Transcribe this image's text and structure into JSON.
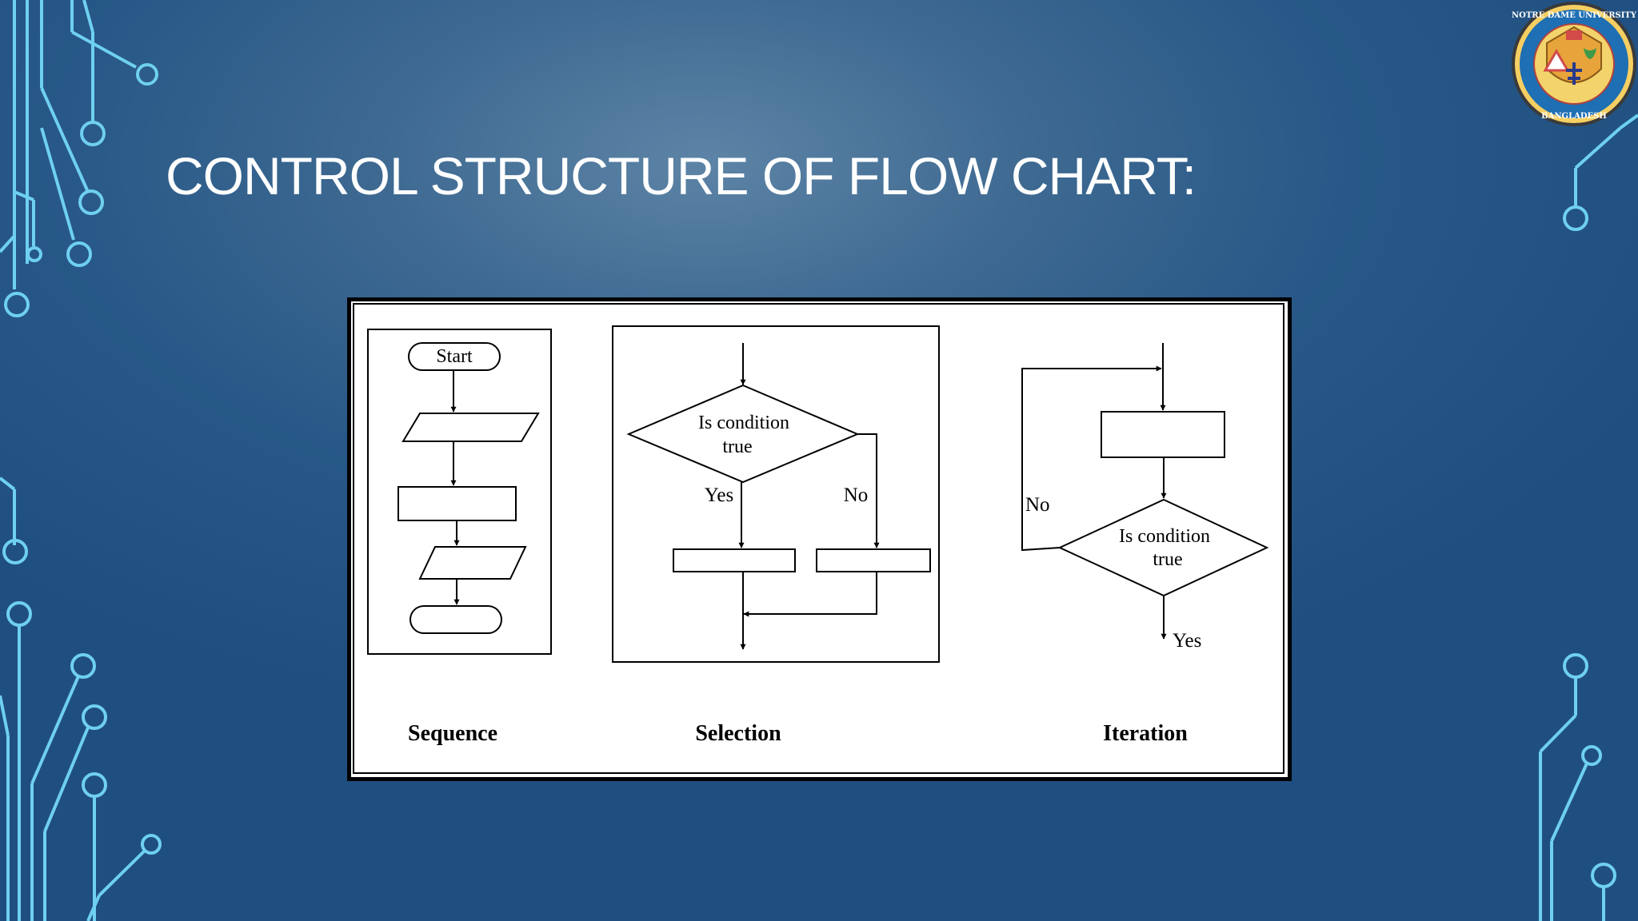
{
  "slide": {
    "title": "CONTROL STRUCTURE OF FLOW CHART:"
  },
  "diagram": {
    "sequence": {
      "caption": "Sequence",
      "start_label": "Start"
    },
    "selection": {
      "caption": "Selection",
      "decision_line1": "Is condition",
      "decision_line2": "true",
      "yes_label": "Yes",
      "no_label": "No"
    },
    "iteration": {
      "caption": "Iteration",
      "decision_line1": "Is condition",
      "decision_line2": "true",
      "yes_label": "Yes",
      "no_label": "No"
    }
  },
  "logo": {
    "text_top": "NOTRE DAME UNIVERSITY",
    "text_bottom": "BANGLADESH"
  },
  "colors": {
    "background": "#275887",
    "circuit_lines": "#6fd0f0",
    "title": "#ffffff",
    "figure_bg": "#ffffff",
    "figure_border": "#000000",
    "logo_ring": "#1e6fb3",
    "logo_inner": "#f3d36b"
  }
}
